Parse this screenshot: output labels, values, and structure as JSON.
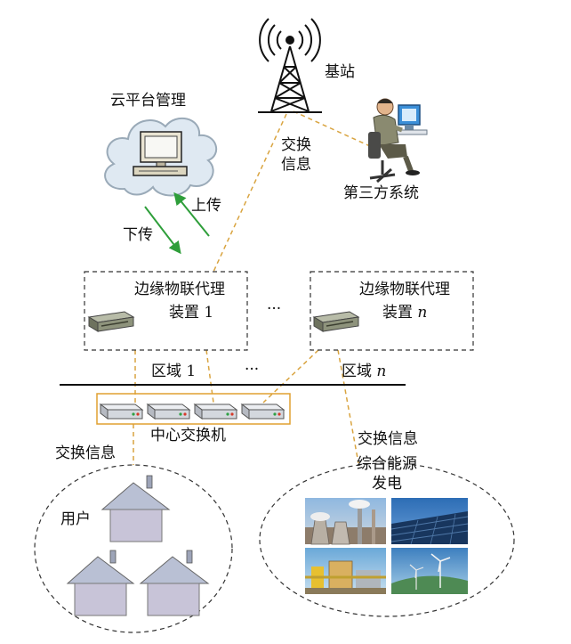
{
  "cloud_label": "云平台管理",
  "base_station_label": "基站",
  "exchange_info_top": [
    "交换",
    "信息"
  ],
  "third_party_label": "第三方系统",
  "upload_label": "上传",
  "download_label": "下传",
  "edge_proxy_1": {
    "line1": "边缘物联代理",
    "line2_prefix": "装置 ",
    "line2_index": "1"
  },
  "edge_proxy_n": {
    "line1": "边缘物联代理",
    "line2_prefix": "装置 ",
    "line2_index": "n"
  },
  "ellipsis": "···",
  "region_1": {
    "prefix": "区域 ",
    "index": "1"
  },
  "region_n": {
    "prefix": "区域 ",
    "index": "n"
  },
  "switch_label": "中心交换机",
  "exchange_info_left": "交换信息",
  "exchange_info_right": "交换信息",
  "users_label": "用户",
  "energy_label": [
    "综合能源",
    "发电"
  ],
  "colors": {
    "link_dashed": "#d9a440",
    "arrow_green": "#2e9e3a",
    "switch_border": "#e0a030",
    "box_dashed": "#555555"
  }
}
